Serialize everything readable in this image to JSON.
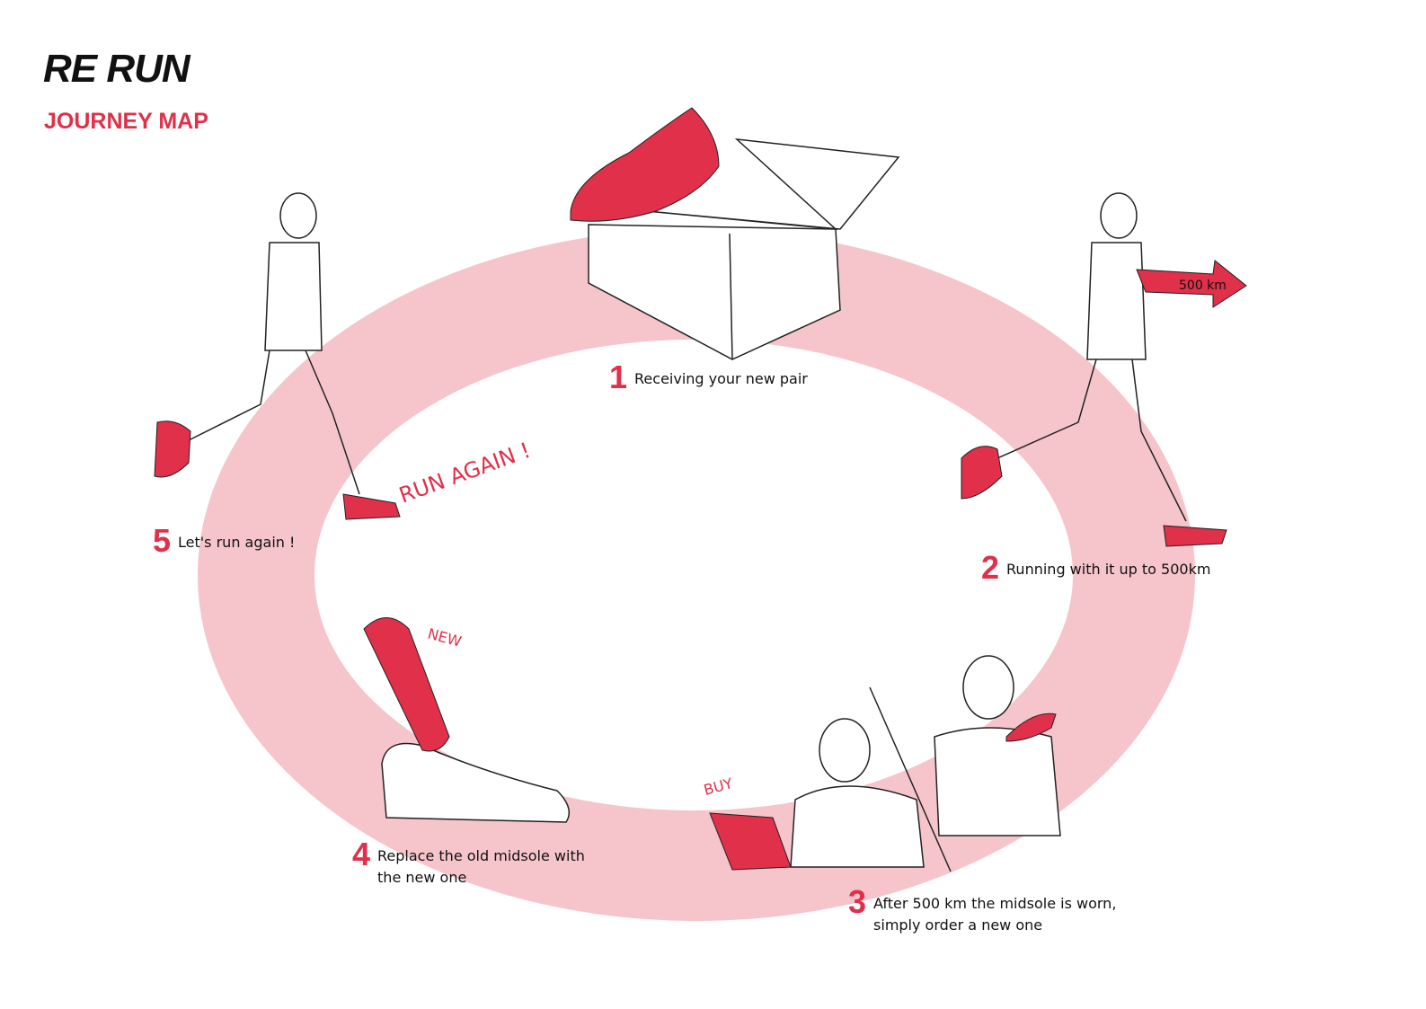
{
  "header": {
    "title": "RE RUN",
    "subtitle": "JOURNEY MAP"
  },
  "steps": [
    {
      "number": "1",
      "text": "Receiving your new pair"
    },
    {
      "number": "2",
      "text": "Running with it up to 500km"
    },
    {
      "number": "3",
      "text": "After 500 km the midsole is worn, simply order a new one"
    },
    {
      "number": "4",
      "text": "Replace the old midsole with the new one"
    },
    {
      "number": "5",
      "text": "Let's run again !"
    }
  ],
  "annotations": {
    "arrow": "500 km",
    "buy": "BUY",
    "new": "NEW",
    "run_again": "RUN AGAIN !"
  },
  "colors": {
    "accent": "#e0304a",
    "ring": "#f6c5cc"
  }
}
